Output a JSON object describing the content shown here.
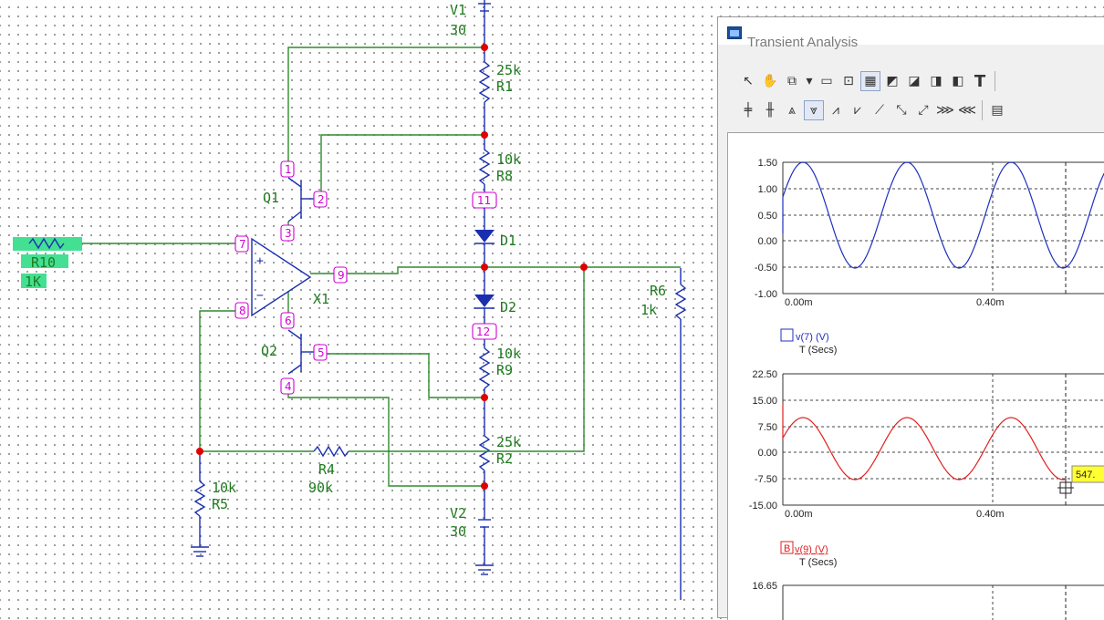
{
  "schematic": {
    "v1": {
      "name": "V1",
      "value": "30"
    },
    "v2": {
      "name": "V2",
      "value": "30"
    },
    "r1": {
      "name": "R1",
      "value": "25k"
    },
    "r8": {
      "name": "R8",
      "value": "10k"
    },
    "r9": {
      "name": "R9",
      "value": "10k"
    },
    "r2": {
      "name": "R2",
      "value": "25k"
    },
    "r4": {
      "name": "R4",
      "value": "90k"
    },
    "r5": {
      "name": "R5",
      "value": "10k"
    },
    "r6": {
      "name": "R6",
      "value": "1k"
    },
    "r10": {
      "name": "R10",
      "value": "1K"
    },
    "d1": {
      "name": "D1"
    },
    "d2": {
      "name": "D2"
    },
    "q1": {
      "name": "Q1"
    },
    "q2": {
      "name": "Q2"
    },
    "x1": {
      "name": "X1"
    },
    "opamp": {
      "plus": "+",
      "minus": "−"
    },
    "pins": [
      "1",
      "2",
      "3",
      "4",
      "5",
      "6",
      "7",
      "8",
      "9",
      "11",
      "12"
    ]
  },
  "window": {
    "title": "Transient Analysis",
    "toolbar1": [
      "pointer-icon",
      "hand-icon",
      "zoom-icon",
      "dropdown-icon",
      "window-icon",
      "graph-1-icon",
      "graph-2-icon",
      "graph-3-icon",
      "graph-4-icon",
      "graph-5-icon",
      "graph-6-icon",
      "text-tool-icon"
    ],
    "toolbar2": [
      "cursor-1-icon",
      "cursor-2-icon",
      "peak-icon",
      "valley-icon",
      "high-icon",
      "low-icon",
      "slope-icon",
      "xmin-icon",
      "xmax-icon",
      "ymin-icon",
      "ymax-icon",
      "paste-icon"
    ],
    "text_tool": "T"
  },
  "plot1": {
    "y_ticks": [
      "1.50",
      "1.00",
      "0.50",
      "0.00",
      "-0.50",
      "-1.00"
    ],
    "x_ticks": [
      "0.00m",
      "0.40m"
    ],
    "legend": "v(7) (V)",
    "xlabel": "T (Secs)",
    "color": "#1f2fbf"
  },
  "plot2": {
    "y_ticks": [
      "22.50",
      "15.00",
      "7.50",
      "0.00",
      "-7.50",
      "-15.00"
    ],
    "x_ticks": [
      "0.00m",
      "0.40m"
    ],
    "legend_prefix": "B",
    "legend": "v(9) (V)",
    "xlabel": "T (Secs)",
    "color": "#e02020",
    "cursor_readout": "547."
  },
  "plot3": {
    "y_ticks": [
      "16.65"
    ]
  }
}
